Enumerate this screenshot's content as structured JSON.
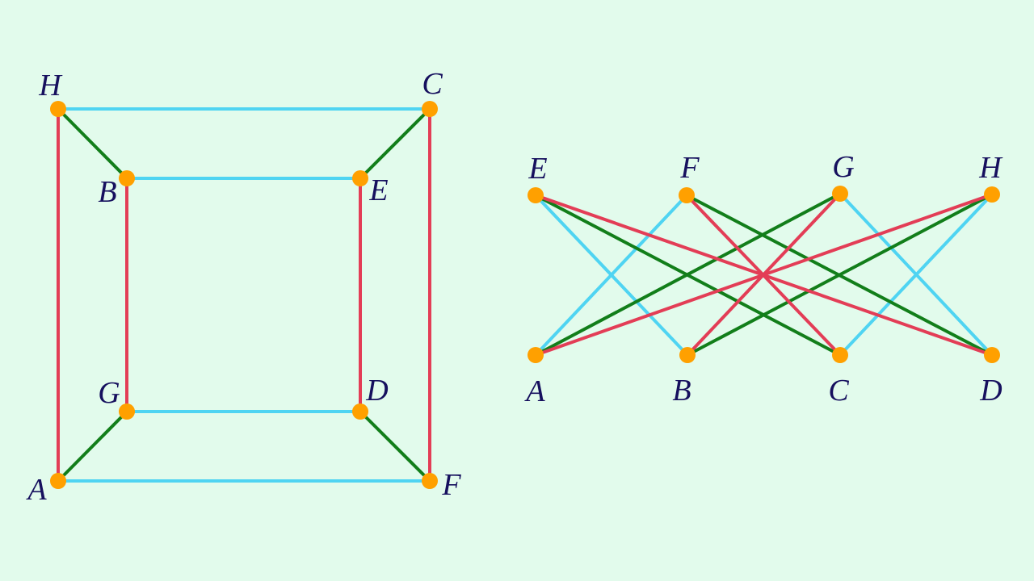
{
  "colors": {
    "background": "#e2fbec",
    "cyan": "#4fd4f2",
    "green": "#127e1a",
    "red": "#e33d56",
    "vertex": "#ffa000",
    "label": "#16105e"
  },
  "graphs": [
    {
      "id": "cube",
      "vertices": [
        {
          "id": "H",
          "label": "H"
        },
        {
          "id": "C",
          "label": "C"
        },
        {
          "id": "B",
          "label": "B"
        },
        {
          "id": "E",
          "label": "E"
        },
        {
          "id": "G",
          "label": "G"
        },
        {
          "id": "D",
          "label": "D"
        },
        {
          "id": "A",
          "label": "A"
        },
        {
          "id": "F",
          "label": "F"
        }
      ],
      "edges": [
        {
          "from": "H",
          "to": "C",
          "color": "cyan"
        },
        {
          "from": "B",
          "to": "E",
          "color": "cyan"
        },
        {
          "from": "G",
          "to": "D",
          "color": "cyan"
        },
        {
          "from": "A",
          "to": "F",
          "color": "cyan"
        },
        {
          "from": "H",
          "to": "B",
          "color": "green"
        },
        {
          "from": "C",
          "to": "E",
          "color": "green"
        },
        {
          "from": "G",
          "to": "A",
          "color": "green"
        },
        {
          "from": "D",
          "to": "F",
          "color": "green"
        },
        {
          "from": "H",
          "to": "A",
          "color": "red"
        },
        {
          "from": "C",
          "to": "F",
          "color": "red"
        },
        {
          "from": "B",
          "to": "G",
          "color": "red"
        },
        {
          "from": "E",
          "to": "D",
          "color": "red"
        }
      ]
    },
    {
      "id": "bipartite",
      "vertices": [
        {
          "id": "E",
          "label": "E"
        },
        {
          "id": "F",
          "label": "F"
        },
        {
          "id": "G",
          "label": "G"
        },
        {
          "id": "H",
          "label": "H"
        },
        {
          "id": "A",
          "label": "A"
        },
        {
          "id": "B",
          "label": "B"
        },
        {
          "id": "C",
          "label": "C"
        },
        {
          "id": "D",
          "label": "D"
        }
      ],
      "edges": [
        {
          "from": "E",
          "to": "B",
          "color": "cyan"
        },
        {
          "from": "F",
          "to": "A",
          "color": "cyan"
        },
        {
          "from": "G",
          "to": "D",
          "color": "cyan"
        },
        {
          "from": "H",
          "to": "C",
          "color": "cyan"
        },
        {
          "from": "E",
          "to": "C",
          "color": "green"
        },
        {
          "from": "F",
          "to": "D",
          "color": "green"
        },
        {
          "from": "G",
          "to": "A",
          "color": "green"
        },
        {
          "from": "H",
          "to": "B",
          "color": "green"
        },
        {
          "from": "E",
          "to": "D",
          "color": "red"
        },
        {
          "from": "F",
          "to": "C",
          "color": "red"
        },
        {
          "from": "G",
          "to": "B",
          "color": "red"
        },
        {
          "from": "H",
          "to": "A",
          "color": "red"
        }
      ]
    }
  ]
}
